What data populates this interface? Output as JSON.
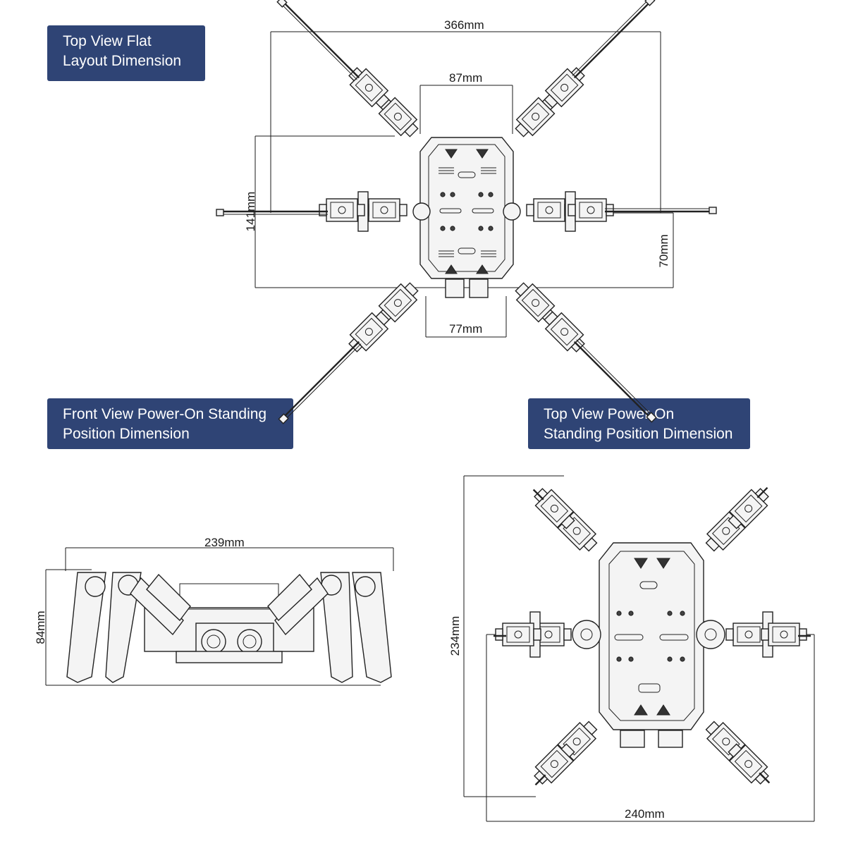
{
  "labels": {
    "flat_top": [
      "Top View Flat",
      "Layout Dimension"
    ],
    "front_standing": [
      "Front View Power-On Standing",
      "Position Dimension"
    ],
    "top_standing": [
      "Top View Power-On",
      "Standing Position Dimension"
    ]
  },
  "dimensions": {
    "flat_width": "366mm",
    "flat_body_top": "87mm",
    "flat_body_bottom": "77mm",
    "flat_height": "141mm",
    "flat_side": "70mm",
    "front_width": "239mm",
    "front_height": "84mm",
    "standing_height": "234mm",
    "standing_width": "240mm"
  },
  "colors": {
    "label_bg": "#2f4475",
    "label_text": "#ffffff",
    "line": "#1a1a1a"
  }
}
